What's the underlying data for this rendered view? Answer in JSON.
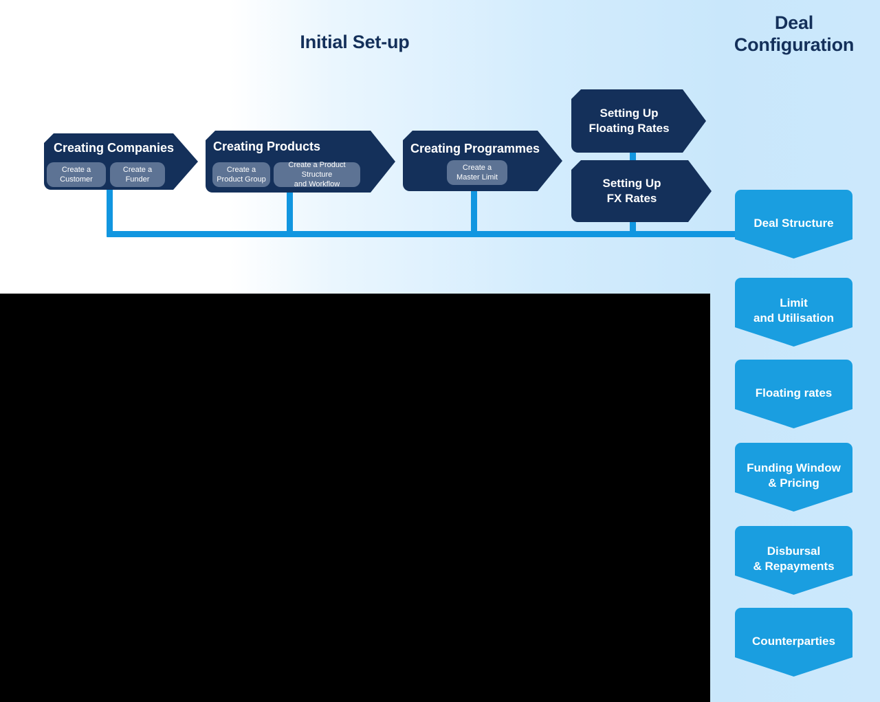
{
  "headings": {
    "initial_setup": "Initial Set-up",
    "deal_configuration_line1": "Deal",
    "deal_configuration_line2": "Configuration"
  },
  "colors": {
    "navy": "#14305a",
    "pill_slate": "#5d7394",
    "blue_accent": "#1196e0",
    "chevron_blue": "#1a9ee0",
    "background_start": "#ffffff",
    "background_end": "#cce8fc",
    "panel_black": "#000000"
  },
  "initial_setup_stages": [
    {
      "title": "Creating Companies",
      "steps": [
        {
          "line1": "Create a",
          "line2": "Customer"
        },
        {
          "line1": "Create a",
          "line2": "Funder"
        }
      ]
    },
    {
      "title": "Creating Products",
      "steps": [
        {
          "line1": "Create a",
          "line2": "Product Group"
        },
        {
          "line1": "Create a Product Structure",
          "line2": "and Workflow"
        }
      ]
    },
    {
      "title": "Creating Programmes",
      "steps": [
        {
          "line1": "Create a",
          "line2": "Master Limit"
        }
      ]
    }
  ],
  "rate_setup_stages": [
    {
      "line1": "Setting Up",
      "line2": "Floating Rates"
    },
    {
      "line1": "Setting Up",
      "line2": "FX Rates"
    }
  ],
  "deal_configuration_items": [
    {
      "line1": "Deal Structure",
      "line2": ""
    },
    {
      "line1": "Limit",
      "line2": "and Utilisation"
    },
    {
      "line1": "Floating rates",
      "line2": ""
    },
    {
      "line1": "Funding Window",
      "line2": "& Pricing"
    },
    {
      "line1": "Disbursal",
      "line2": "& Repayments"
    },
    {
      "line1": "Counterparties",
      "line2": ""
    }
  ]
}
